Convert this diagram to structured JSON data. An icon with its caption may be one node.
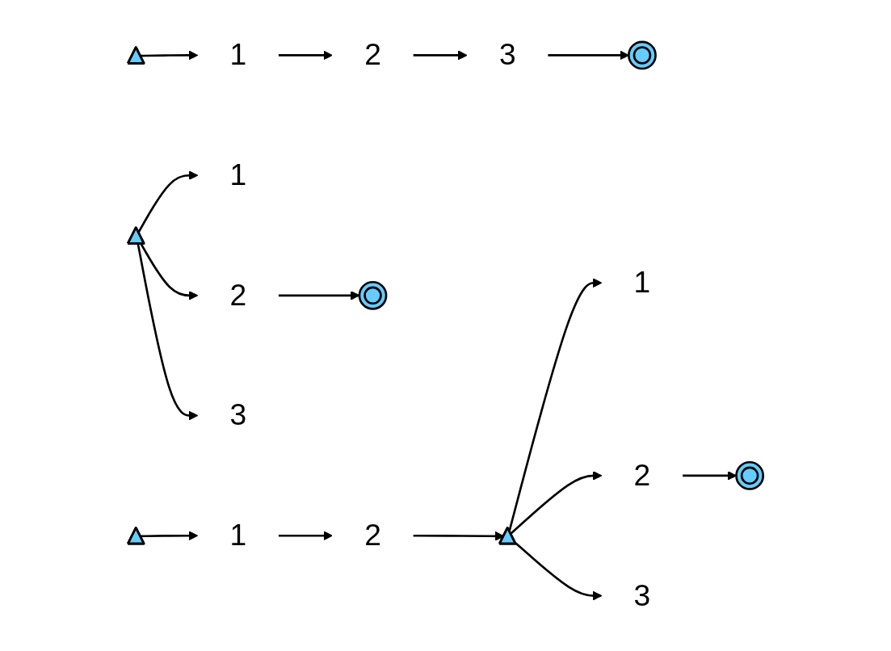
{
  "diagram": {
    "nodes": [
      {
        "text": [],
        "shape": "triangle"
      },
      {
        "text": [
          "1"
        ]
      },
      {
        "text": [
          "2"
        ]
      },
      {
        "text": [
          "3"
        ]
      },
      {
        "text": [],
        "shape": "circle"
      },
      {
        "text": [],
        "shape": "triangle"
      },
      {
        "text": [
          "1"
        ]
      },
      {
        "text": [
          "2"
        ]
      },
      {
        "text": [
          "3"
        ]
      },
      {
        "text": [],
        "shape": "circle"
      },
      {
        "text": [],
        "shape": "triangle"
      },
      {
        "text": [
          "1"
        ]
      },
      {
        "text": [
          "2"
        ]
      },
      {
        "text": [],
        "shape": "triangle"
      },
      {
        "text": [
          "1"
        ]
      },
      {
        "text": [
          "2"
        ]
      },
      {
        "text": [
          "3"
        ]
      },
      {
        "text": [],
        "shape": "circle"
      }
    ],
    "edges": [
      {
        "from": 0,
        "to": 1,
        "arrow": "to"
      },
      {
        "from": 1,
        "to": 2,
        "arrow": "to"
      },
      {
        "from": 2,
        "to": 3,
        "arrow": "to"
      },
      {
        "from": 3,
        "to": 4,
        "arrow": "to"
      },
      {
        "from": 5,
        "to": 6,
        "arrow": "to"
      },
      {
        "from": 5,
        "to": 7,
        "arrow": "to"
      },
      {
        "from": 5,
        "to": 8,
        "arrow": "to"
      },
      {
        "from": 7,
        "to": 9,
        "arrow": "to"
      },
      {
        "from": 10,
        "to": 11,
        "arrow": "to"
      },
      {
        "from": 11,
        "to": 12,
        "arrow": "to"
      },
      {
        "from": 12,
        "to": 13,
        "arrow": "to"
      },
      {
        "from": 13,
        "to": 14,
        "arrow": "to"
      },
      {
        "from": 13,
        "to": 15,
        "arrow": "to"
      },
      {
        "from": 13,
        "to": 16,
        "arrow": "to"
      },
      {
        "from": 15,
        "to": 17,
        "arrow": "to"
      }
    ]
  }
}
